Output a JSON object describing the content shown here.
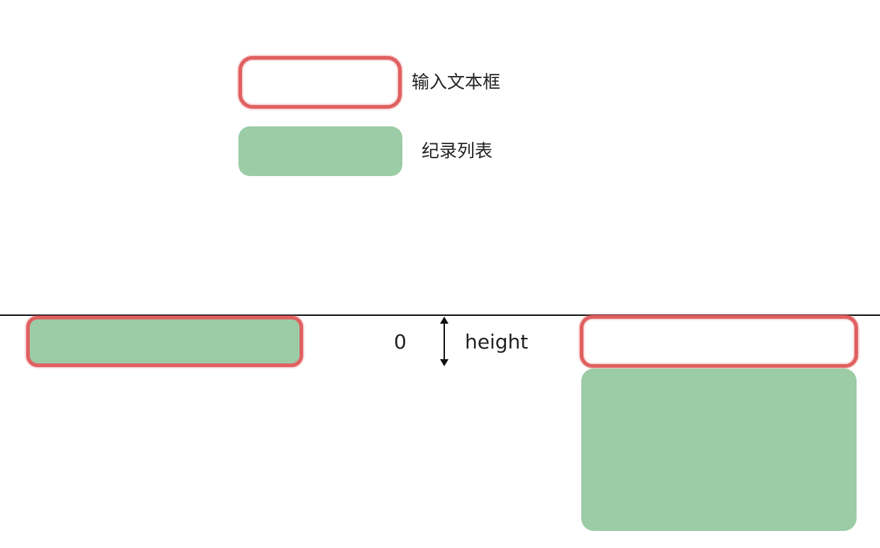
{
  "colors": {
    "input_border": "#e06060",
    "list_fill": "#9ccca6",
    "baseline": "#111111"
  },
  "legend": {
    "input_label": "输入文本框",
    "list_label": "纪录列表"
  },
  "annotation": {
    "zero_label": "0",
    "height_label": "height",
    "arrow_icon": "double-headed-vertical-arrow"
  }
}
